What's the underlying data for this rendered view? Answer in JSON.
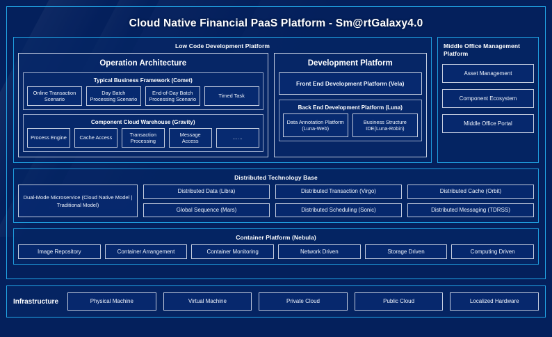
{
  "main_title": "Cloud Native Financial PaaS Platform - Sm@rtGalaxy4.0",
  "low_code": {
    "title": "Low Code Development Platform",
    "operation_architecture": {
      "title": "Operation Architecture",
      "business_framework": {
        "title": "Typical Business Framework (Comet)",
        "items": [
          "Online Transaction Scenario",
          "Day Batch Processing Scenario",
          "End-of-Day Batch Processing Scenario",
          "Timed Task"
        ]
      },
      "component_warehouse": {
        "title": "Component Cloud Warehouse (Gravity)",
        "items": [
          "Process Engine",
          "Cache Access",
          "Transaction Processing",
          "Message Access",
          "……"
        ]
      }
    },
    "development_platform": {
      "title": "Development Platform",
      "front_end": "Front End Development Platform (Vela)",
      "back_end": {
        "title": "Back End Development Platform (Luna)",
        "items": [
          "Data Annotation Platform (Luna-Web)",
          "Business Structure IDE(Luna-Robin)"
        ]
      }
    }
  },
  "middle_office": {
    "title": "Middle Office Management Platform",
    "items": [
      "Asset Management",
      "Component Ecosystem",
      "Middle Office Portal"
    ]
  },
  "distributed_base": {
    "title": "Distributed Technology Base",
    "highlight": "Dual-Mode Microservice (Cloud Native Model | Traditional Model)",
    "columns": [
      [
        "Distributed Data (Libra)",
        "Global Sequence (Mars)"
      ],
      [
        "Distributed Transaction (Virgo)",
        "Distributed Scheduling (Sonic)"
      ],
      [
        "Distributed Cache (Orbit)",
        "Distributed Messaging (TDRSS)"
      ]
    ]
  },
  "container_platform": {
    "title": "Container Platform (Nebula)",
    "items": [
      "Image Repository",
      "Container Arrangement",
      "Container Monitoring",
      "Network Driven",
      "Storage Driven",
      "Computing Driven"
    ]
  },
  "infrastructure": {
    "label": "Infrastructure",
    "items": [
      "Physical Machine",
      "Virtual Machine",
      "Private Cloud",
      "Public Cloud",
      "Localized Hardware"
    ]
  },
  "colors": {
    "background": "#04205c",
    "accent_border": "#21a7e8",
    "box_border": "#c3ccdf",
    "text": "#ffffff"
  }
}
